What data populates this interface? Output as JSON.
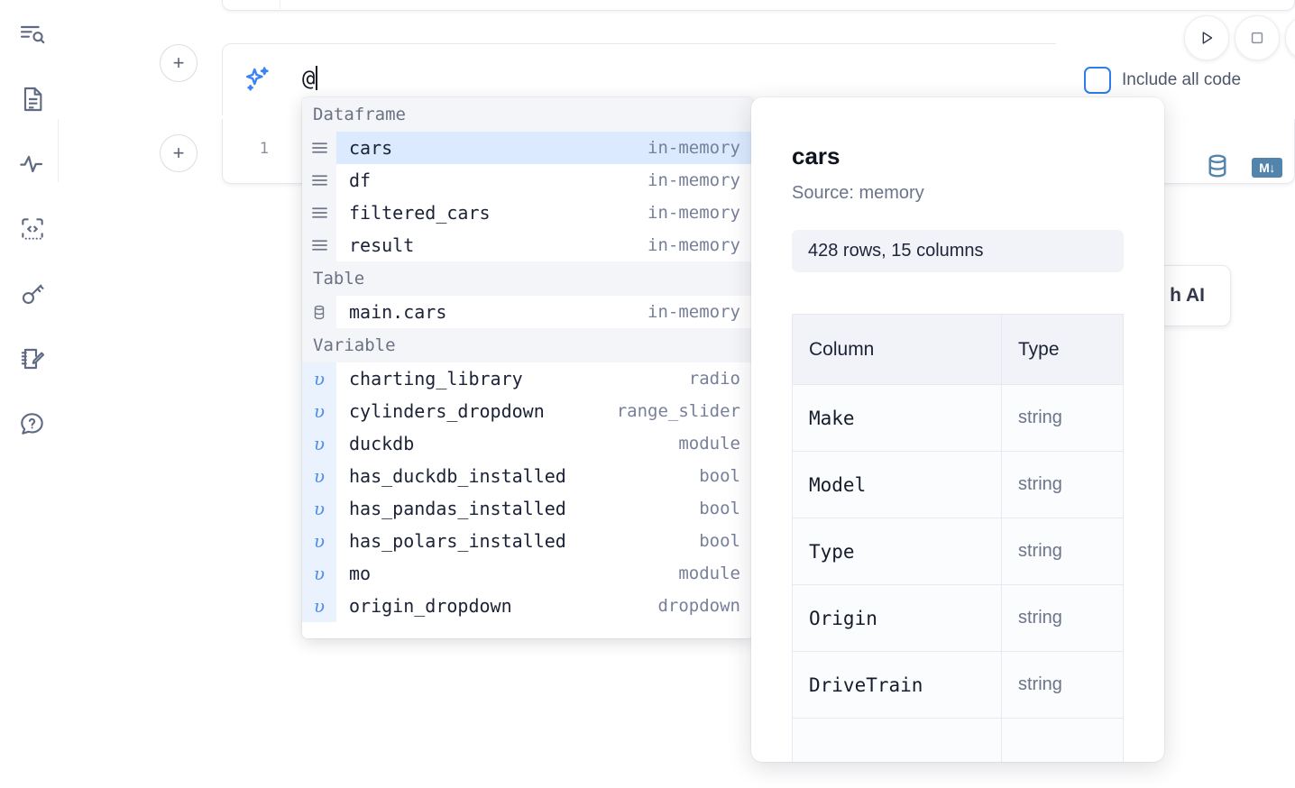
{
  "rail": {
    "items": [
      {
        "name": "explore-outline-icon",
        "label": "Outline search"
      },
      {
        "name": "file-text-icon",
        "label": "Notebook file"
      },
      {
        "name": "activity-pulse-icon",
        "label": "Runtime activity"
      },
      {
        "name": "code-brackets-icon",
        "label": "Snippets"
      },
      {
        "name": "key-icon",
        "label": "Secrets"
      },
      {
        "name": "notebook-pencil-icon",
        "label": "Scratchpad"
      },
      {
        "name": "chat-help-icon",
        "label": "Help chat"
      }
    ]
  },
  "toolbar": {
    "run_label": "Run",
    "stop_label": "Stop",
    "include_all_code_label": "Include all code",
    "include_all_code_checked": false,
    "accent_color": "#2f7dea"
  },
  "cell_toolbar": {
    "database_icon_label": "SQL cell",
    "markdown_icon_label": "M↓"
  },
  "ai_prompt": {
    "sparkle_icon_label": "AI sparkle",
    "value": "@",
    "line_number": "1"
  },
  "ai_card": {
    "visible_text": "h AI"
  },
  "add_buttons": {
    "label": "+"
  },
  "autocomplete": {
    "groups": [
      {
        "label": "Dataframe",
        "icon": "dataframe-icon",
        "items": [
          {
            "name": "cars",
            "meta": "in-memory",
            "selected": true
          },
          {
            "name": "df",
            "meta": "in-memory",
            "selected": false
          },
          {
            "name": "filtered_cars",
            "meta": "in-memory",
            "selected": false
          },
          {
            "name": "result",
            "meta": "in-memory",
            "selected": false
          }
        ]
      },
      {
        "label": "Table",
        "icon": "table-database-icon",
        "items": [
          {
            "name": "main.cars",
            "meta": "in-memory",
            "selected": false
          }
        ]
      },
      {
        "label": "Variable",
        "icon": "variable-icon",
        "items": [
          {
            "name": "charting_library",
            "meta": "radio",
            "selected": false
          },
          {
            "name": "cylinders_dropdown",
            "meta": "range_slider",
            "selected": false
          },
          {
            "name": "duckdb",
            "meta": "module",
            "selected": false
          },
          {
            "name": "has_duckdb_installed",
            "meta": "bool",
            "selected": false
          },
          {
            "name": "has_pandas_installed",
            "meta": "bool",
            "selected": false
          },
          {
            "name": "has_polars_installed",
            "meta": "bool",
            "selected": false
          },
          {
            "name": "mo",
            "meta": "module",
            "selected": false
          },
          {
            "name": "origin_dropdown",
            "meta": "dropdown",
            "selected": false
          }
        ]
      }
    ]
  },
  "preview": {
    "title": "cars",
    "source": "Source: memory",
    "stats": "428 rows, 15 columns",
    "columns_header": "Column",
    "type_header": "Type",
    "rows": [
      {
        "column": "Make",
        "type": "string"
      },
      {
        "column": "Model",
        "type": "string"
      },
      {
        "column": "Type",
        "type": "string"
      },
      {
        "column": "Origin",
        "type": "string"
      },
      {
        "column": "DriveTrain",
        "type": "string"
      }
    ]
  }
}
